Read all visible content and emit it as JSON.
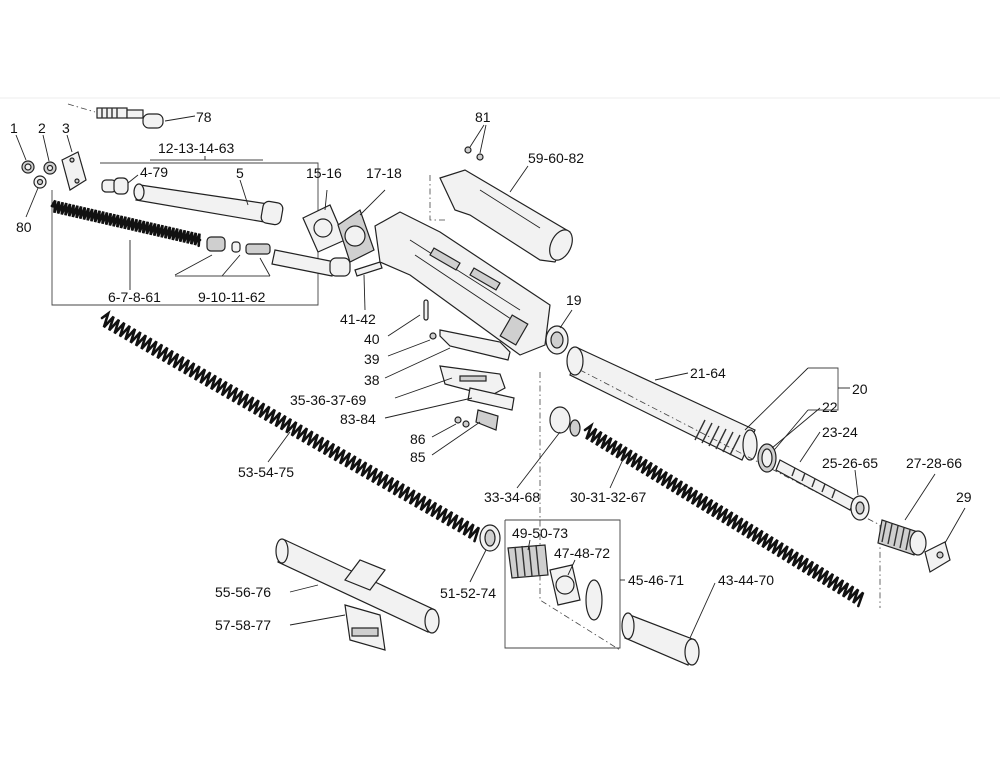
{
  "labels": [
    {
      "id": "lbl-1",
      "text": "1"
    },
    {
      "id": "lbl-2",
      "text": "2"
    },
    {
      "id": "lbl-3",
      "text": "3"
    },
    {
      "id": "lbl-80",
      "text": "80"
    },
    {
      "id": "lbl-78",
      "text": "78"
    },
    {
      "id": "lbl-12-13-14-63",
      "text": "12-13-14-63"
    },
    {
      "id": "lbl-4-79",
      "text": "4-79"
    },
    {
      "id": "lbl-5",
      "text": "5"
    },
    {
      "id": "lbl-15-16",
      "text": "15-16"
    },
    {
      "id": "lbl-17-18",
      "text": "17-18"
    },
    {
      "id": "lbl-81",
      "text": "81"
    },
    {
      "id": "lbl-59-60-82",
      "text": "59-60-82"
    },
    {
      "id": "lbl-6-7-8-61",
      "text": "6-7-8-61"
    },
    {
      "id": "lbl-9-10-11-62",
      "text": "9-10-11-62"
    },
    {
      "id": "lbl-41-42",
      "text": "41-42"
    },
    {
      "id": "lbl-40",
      "text": "40"
    },
    {
      "id": "lbl-39",
      "text": "39"
    },
    {
      "id": "lbl-38",
      "text": "38"
    },
    {
      "id": "lbl-35-36-37-69",
      "text": "35-36-37-69"
    },
    {
      "id": "lbl-83-84",
      "text": "83-84"
    },
    {
      "id": "lbl-86",
      "text": "86"
    },
    {
      "id": "lbl-85",
      "text": "85"
    },
    {
      "id": "lbl-19",
      "text": "19"
    },
    {
      "id": "lbl-21-64",
      "text": "21-64"
    },
    {
      "id": "lbl-20",
      "text": "20"
    },
    {
      "id": "lbl-22",
      "text": "22"
    },
    {
      "id": "lbl-23-24",
      "text": "23-24"
    },
    {
      "id": "lbl-25-26-65",
      "text": "25-26-65"
    },
    {
      "id": "lbl-27-28-66",
      "text": "27-28-66"
    },
    {
      "id": "lbl-29",
      "text": "29"
    },
    {
      "id": "lbl-53-54-75",
      "text": "53-54-75"
    },
    {
      "id": "lbl-33-34-68",
      "text": "33-34-68"
    },
    {
      "id": "lbl-30-31-32-67",
      "text": "30-31-32-67"
    },
    {
      "id": "lbl-49-50-73",
      "text": "49-50-73"
    },
    {
      "id": "lbl-47-48-72",
      "text": "47-48-72"
    },
    {
      "id": "lbl-45-46-71",
      "text": "45-46-71"
    },
    {
      "id": "lbl-43-44-70",
      "text": "43-44-70"
    },
    {
      "id": "lbl-51-52-74",
      "text": "51-52-74"
    },
    {
      "id": "lbl-55-56-76",
      "text": "55-56-76"
    },
    {
      "id": "lbl-57-58-77",
      "text": "57-58-77"
    }
  ],
  "colors": {
    "ink": "#222222",
    "part_fill": "#f2f2f2",
    "part_shade": "#cfcfcf",
    "background": "#ffffff"
  }
}
